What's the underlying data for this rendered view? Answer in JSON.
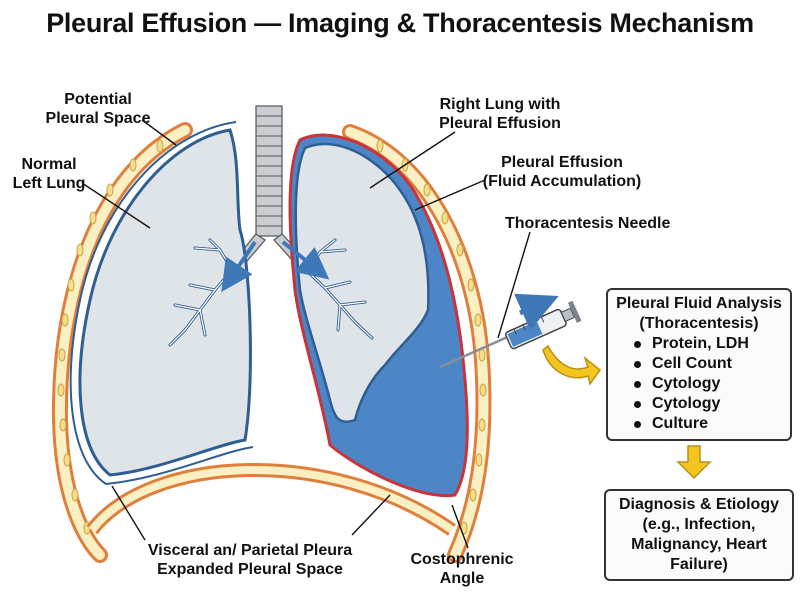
{
  "title": "Pleural Effusion — Imaging & Thoracentesis Mechanism",
  "labels": {
    "potential_space": [
      "Potential",
      "Pleural Space"
    ],
    "normal_left_lung": [
      "Normal",
      "Left Lung"
    ],
    "right_lung": [
      "Right Lung with",
      "Pleural Effusion"
    ],
    "pleural_effusion": [
      "Pleural Effusion",
      "(Fluid Accumulation)"
    ],
    "needle": "Thoracentesis Needle",
    "visceral_parietal": [
      "Visceral an/ Parietal Pleura",
      "Expanded Pleural Space"
    ],
    "costophrenic": [
      "Costophrenic",
      "Angle"
    ]
  },
  "analysis_box": {
    "title": [
      "Pleural Fluid Analysis",
      "(Thoracentesis)"
    ],
    "items": [
      "Protein, LDH",
      "Cell Count",
      "Cytology",
      "Cytology",
      "Culture"
    ]
  },
  "diagnosis_box": {
    "lines": [
      "Diagnosis & Etiology",
      "(e.g., Infection,",
      "Malignancy, Heart",
      "Failure)"
    ]
  },
  "colors": {
    "lung_fill": "#dfe4e8",
    "pleura_blue": "#2f5f92",
    "effusion_blue": "#4c86c6",
    "effusion_red": "#c8343a",
    "ribcage_orange": "#e07f3b",
    "rib_cream": "#fbefc4",
    "arrow_yellow": "#f4c51f",
    "arrow_blue": "#3f78b6",
    "trachea_gray": "#c9cdd1"
  }
}
